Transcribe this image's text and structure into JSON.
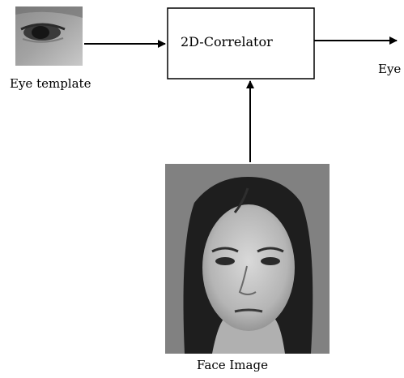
{
  "diagram": {
    "processor": {
      "label": "2D-Correlator"
    },
    "output": {
      "label": "Eye"
    },
    "eye_template": {
      "caption": "Eye template"
    },
    "face_image": {
      "caption": "Face Image"
    }
  }
}
